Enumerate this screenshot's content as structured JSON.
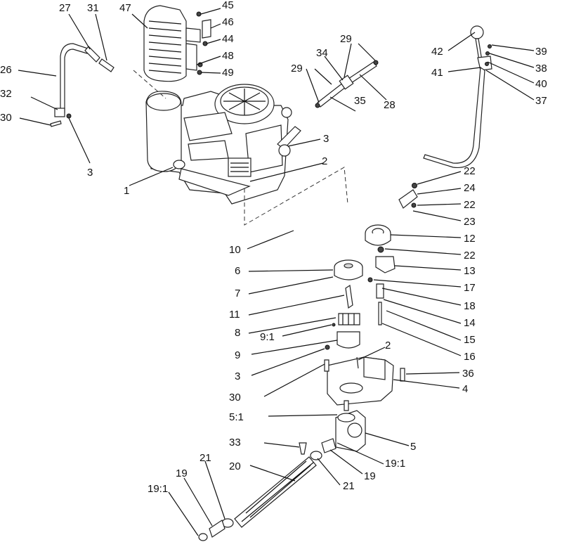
{
  "callouts": [
    "1",
    "2",
    "3",
    "4",
    "5",
    "5:1",
    "6",
    "7",
    "8",
    "9",
    "9:1",
    "10",
    "11",
    "12",
    "13",
    "14",
    "15",
    "16",
    "17",
    "18",
    "19",
    "19:1",
    "20",
    "21",
    "22",
    "23",
    "24",
    "26",
    "27",
    "28",
    "29",
    "30",
    "31",
    "32",
    "33",
    "34",
    "35",
    "36",
    "37",
    "38",
    "39",
    "40",
    "41",
    "42",
    "44",
    "45",
    "46",
    "47",
    "48",
    "49"
  ]
}
